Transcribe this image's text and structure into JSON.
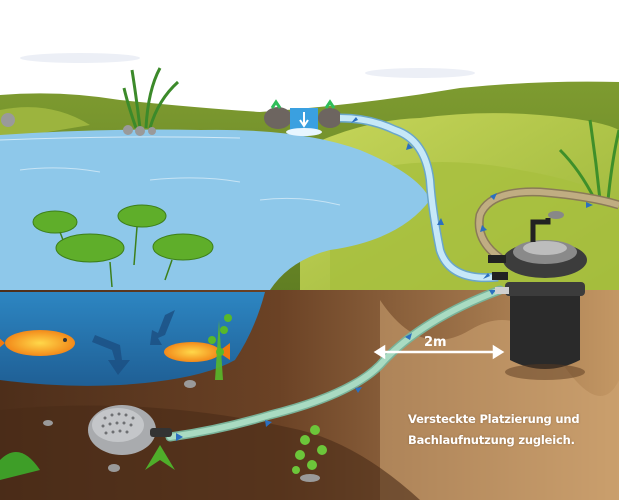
{
  "diagram": {
    "type": "pond-filter-system-illustration",
    "distance_label": "2m",
    "caption": {
      "line1": "Versteckte Platzierung und",
      "line2": "Bachlaufnutzung zugleich."
    },
    "components": [
      {
        "name": "pond-pump",
        "location": "pond floor"
      },
      {
        "name": "pressure-filter",
        "location": "buried beside pond"
      },
      {
        "name": "waterfall-stream",
        "location": "top of hill"
      },
      {
        "name": "return-hose",
        "location": "filter to waterfall"
      },
      {
        "name": "supply-hose",
        "location": "pump to filter"
      },
      {
        "name": "backwash-hose",
        "location": "filter to meadow"
      }
    ],
    "colors": {
      "sky": "#ffffff",
      "grass_dark": "#6f8f2a",
      "grass_light": "#b5c94a",
      "water_surface": "#8ec8ea",
      "water_deep": "#2f7fb8",
      "soil_dark": "#5a3620",
      "soil_light": "#b98a56",
      "hose_green": "#9fd0b4",
      "hose_blue": "#bfe3f5",
      "hose_tan": "#b9a47a",
      "arrow_blue": "#2b6fc0",
      "filter_black": "#2a2a2a"
    }
  }
}
